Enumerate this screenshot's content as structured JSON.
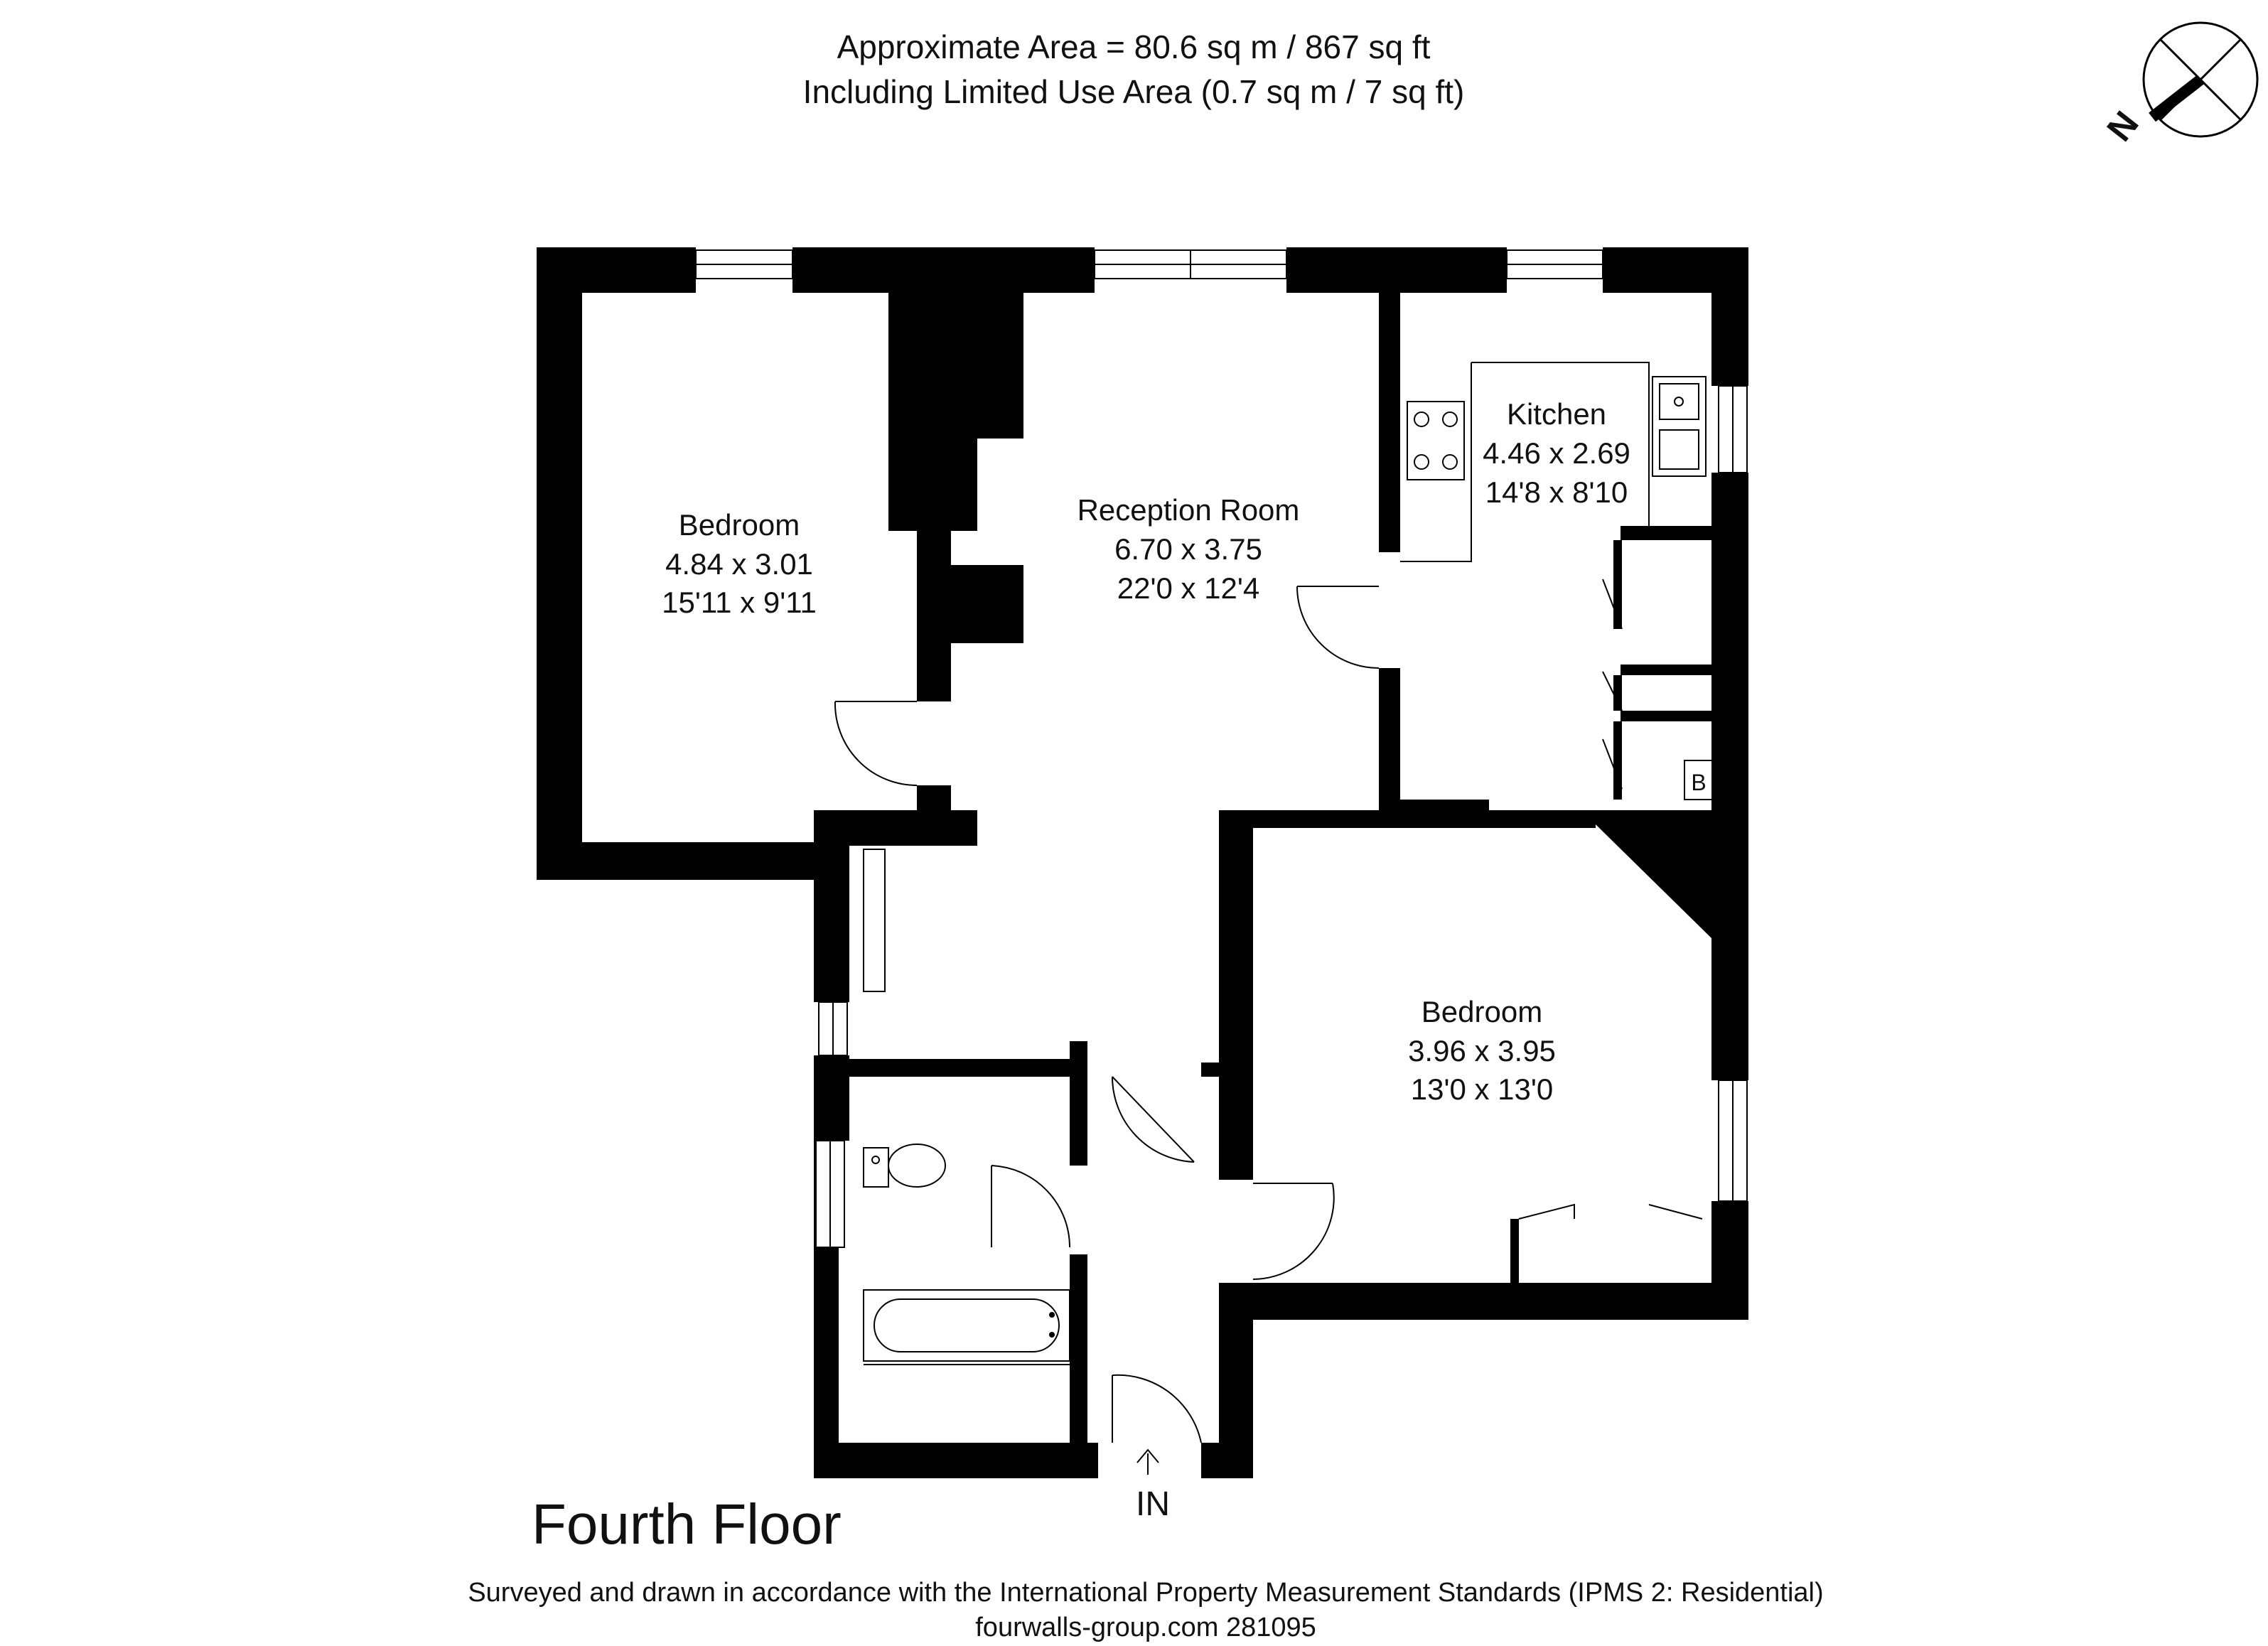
{
  "header": {
    "area_line": "Approximate Area = 80.6 sq m / 867 sq ft",
    "limited_use_line": "Including Limited Use Area (0.7 sq m / 7 sq ft)"
  },
  "compass": {
    "label": "N"
  },
  "rooms": [
    {
      "name": "Bedroom",
      "metric": "4.84 x 3.01",
      "imperial": "15'11 x 9'11"
    },
    {
      "name": "Reception Room",
      "metric": "6.70 x 3.75",
      "imperial": "22'0 x 12'4"
    },
    {
      "name": "Kitchen",
      "metric": "4.46 x 2.69",
      "imperial": "14'8 x 8'10"
    },
    {
      "name": "Bedroom",
      "metric": "3.96 x 3.95",
      "imperial": "13'0 x 13'0"
    }
  ],
  "boiler_label": "B",
  "entrance_label": "IN",
  "floor_label": "Fourth Floor",
  "footer": {
    "standards_line": "Surveyed and drawn in accordance with the International Property Measurement Standards (IPMS 2: Residential)",
    "ref_line": "fourwalls-group.com 281095"
  }
}
